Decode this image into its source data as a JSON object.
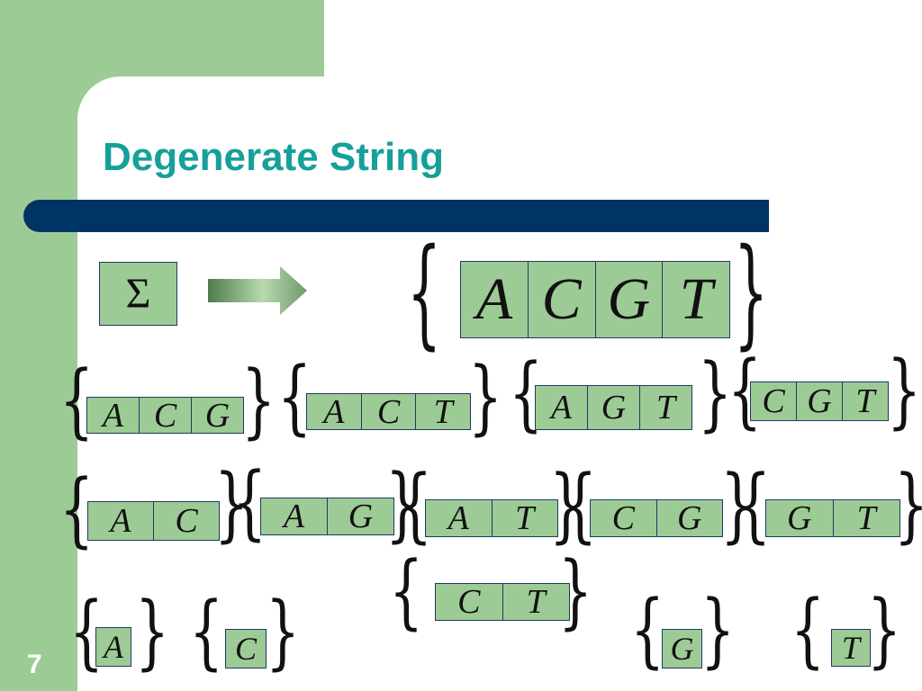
{
  "title": "Degenerate String",
  "page_number": "7",
  "alphabet_symbol": "Σ",
  "brace_open": "{",
  "brace_close": "}",
  "colors": {
    "background": "#9dcb95",
    "title": "#16a09a",
    "bar": "#003366",
    "cell": "#9dcb95",
    "cell_border": "#1e3a66"
  },
  "sets": {
    "full": [
      "A",
      "C",
      "G",
      "T"
    ],
    "triples": [
      [
        "A",
        "C",
        "G"
      ],
      [
        "A",
        "C",
        "T"
      ],
      [
        "A",
        "G",
        "T"
      ],
      [
        "C",
        "G",
        "T"
      ]
    ],
    "pairs": [
      [
        "A",
        "C"
      ],
      [
        "A",
        "G"
      ],
      [
        "A",
        "T"
      ],
      [
        "C",
        "G"
      ],
      [
        "G",
        "T"
      ],
      [
        "C",
        "T"
      ]
    ],
    "singles": [
      [
        "A"
      ],
      [
        "C"
      ],
      [
        "G"
      ],
      [
        "T"
      ]
    ]
  }
}
